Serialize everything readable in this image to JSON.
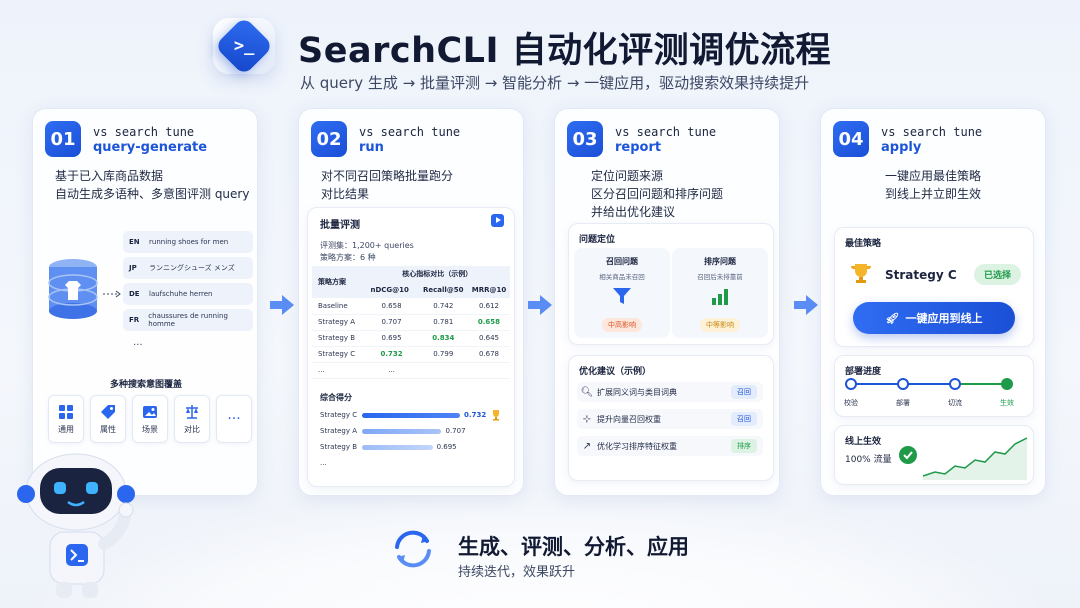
{
  "header": {
    "logo_glyph": ">_",
    "title": "SearchCLI 自动化评测调优流程",
    "subtitle": "从 query 生成 → 批量评测 → 智能分析 → 一键应用，驱动搜索效果持续提升"
  },
  "steps": [
    {
      "num": "01",
      "cmd": "vs search tune",
      "sub": "query-generate",
      "desc": [
        "基于已入库商品数据",
        "自动生成多语种、多意图评测 query"
      ],
      "languages": [
        {
          "code": "EN",
          "text": "running shoes for men"
        },
        {
          "code": "JP",
          "text": "ランニングシューズ メンズ"
        },
        {
          "code": "DE",
          "text": "laufschuhe herren"
        },
        {
          "code": "FR",
          "text": "chaussures de running homme"
        }
      ],
      "more": "...",
      "intent_title": "多种搜索意图覆盖",
      "intents": [
        {
          "icon": "grid-icon",
          "label": "通用"
        },
        {
          "icon": "tag-icon",
          "label": "属性"
        },
        {
          "icon": "image-icon",
          "label": "场景"
        },
        {
          "icon": "scale-icon",
          "label": "对比"
        },
        {
          "icon": "more-icon",
          "label": "···"
        }
      ]
    },
    {
      "num": "02",
      "cmd": "vs search tune",
      "sub": "run",
      "desc": [
        "对不同召回策略批量跑分",
        "对比结果"
      ],
      "panel_title": "批量评测",
      "eval_set": "评测集：1,200+ queries",
      "strategy_count": "策略方案：6 种",
      "table_group_header": "核心指标对比（示例）",
      "table_headers": [
        "策略方案",
        "nDCG@10",
        "Recall@50",
        "MRR@10"
      ],
      "table_rows": [
        [
          "Baseline",
          "0.658",
          "0.742",
          "0.612"
        ],
        [
          "Strategy A",
          "0.707",
          "0.781",
          "0.658"
        ],
        [
          "Strategy B",
          "0.695",
          "0.834",
          "0.645"
        ],
        [
          "Strategy C",
          "0.732",
          "0.799",
          "0.678"
        ],
        [
          "...",
          "...",
          "",
          ""
        ]
      ],
      "score_title": "综合得分",
      "scores": [
        {
          "name": "Strategy C",
          "value": 0.732,
          "label": "0.732"
        },
        {
          "name": "Strategy A",
          "value": 0.707,
          "label": "0.707"
        },
        {
          "name": "Strategy B",
          "value": 0.695,
          "label": "0.695"
        }
      ],
      "score_more": "..."
    },
    {
      "num": "03",
      "cmd": "vs search tune",
      "sub": "report",
      "desc": [
        "定位问题来源",
        "区分召回问题和排序问题",
        "并给出优化建议"
      ],
      "locate_title": "问题定位",
      "problems": [
        {
          "title": "召回问题",
          "sub": "相关商品未召回",
          "badge": "中高影响"
        },
        {
          "title": "排序问题",
          "sub": "召回后未排靠前",
          "badge": "中等影响"
        }
      ],
      "suggest_title": "优化建议（示例）",
      "suggestions": [
        {
          "icon": "search-icon",
          "text": "扩展同义词与类目词典",
          "tag": "召回"
        },
        {
          "icon": "vector-icon",
          "text": "提升向量召回权重",
          "tag": "召回"
        },
        {
          "icon": "trend-icon",
          "text": "优化学习排序特征权重",
          "tag": "排序"
        }
      ]
    },
    {
      "num": "04",
      "cmd": "vs search tune",
      "sub": "apply",
      "desc": [
        "一键应用最佳策略",
        "到线上并立即生效"
      ],
      "best_title": "最佳策略",
      "best_name": "Strategy C",
      "chosen": "已选择",
      "apply_button": "一键应用到线上",
      "deploy_title": "部署进度",
      "deploy_stages": [
        "校验",
        "部署",
        "切流",
        "生效"
      ],
      "live_title": "线上生效",
      "live_value": "100% 流量"
    }
  ],
  "footer": {
    "title": "生成、评测、分析、应用",
    "subtitle": "持续迭代，效果跃升"
  },
  "colors": {
    "accent": "#1d55d8",
    "green": "#1e9a48"
  }
}
